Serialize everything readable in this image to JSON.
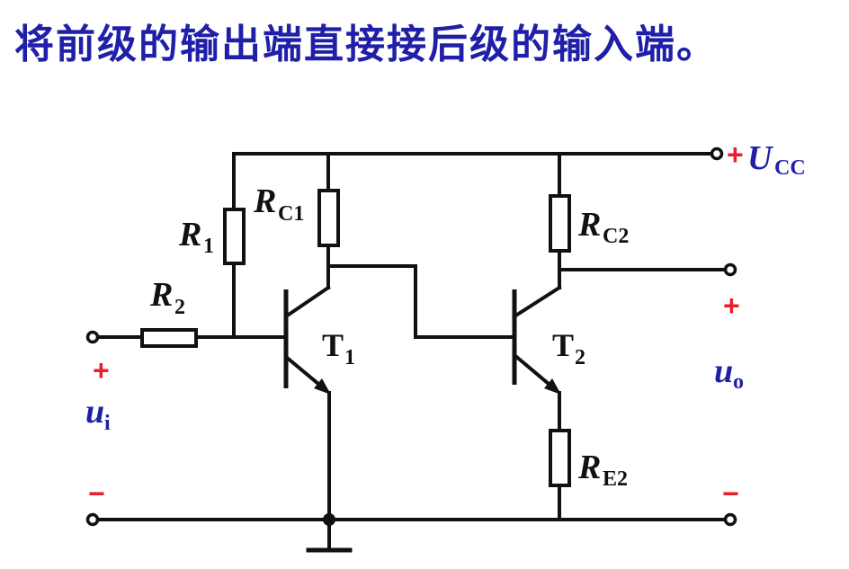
{
  "title": "将前级的输出端直接接后级的输入端。",
  "colors": {
    "title": "#1f1fa8",
    "label_blue": "#1f1fa8",
    "sign_red": "#e8202a",
    "wire": "#111111"
  },
  "labels": {
    "r1": {
      "main": "R",
      "sub": "1"
    },
    "rc1": {
      "main": "R",
      "sub": "C1"
    },
    "r2": {
      "main": "R",
      "sub": "2"
    },
    "rc2": {
      "main": "R",
      "sub": "C2"
    },
    "re2": {
      "main": "R",
      "sub": "E2"
    },
    "t1": {
      "main": "T",
      "sub": "1"
    },
    "t2": {
      "main": "T",
      "sub": "2"
    }
  },
  "supply": {
    "sign": "+",
    "main": "U",
    "sub": "CC"
  },
  "input": {
    "plus": "+",
    "main": "u",
    "sub": "i",
    "minus": "−"
  },
  "output": {
    "plus": "+",
    "main": "u",
    "sub": "o",
    "minus": "−"
  }
}
